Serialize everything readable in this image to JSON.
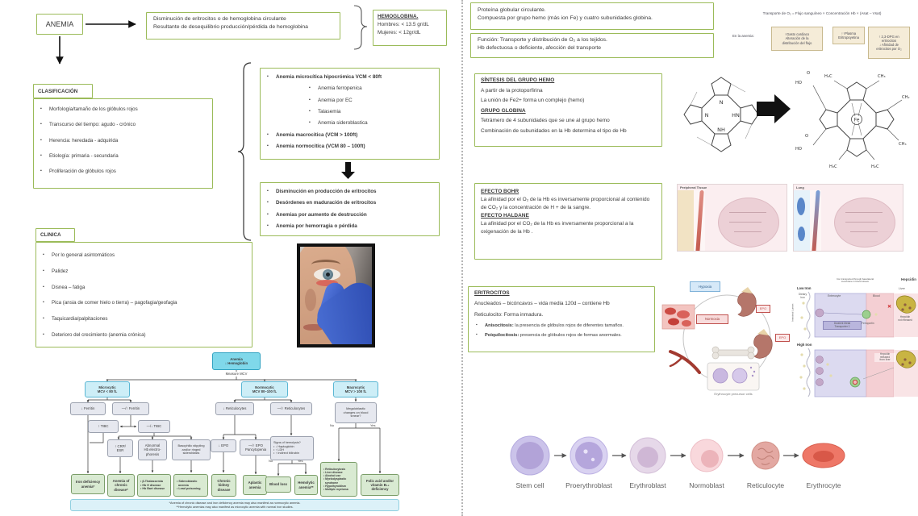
{
  "colors": {
    "accent_green": "#9bbb59",
    "flow_blue": "#7fd8ea",
    "flow_blue_light": "#cdeef7",
    "flow_gray": "#e6e8ef",
    "flow_green": "#d9ead2",
    "flow_note": "#dcf1f8",
    "tan_box": "#f5ecd8",
    "red_accent": "#c0504d"
  },
  "anemia": {
    "label": "ANEMIA"
  },
  "definicion": {
    "text": "Disminución de eritrocitos o de hemoglobina circulante\nResultante de desequilibrio producción/pérdida de hemoglobina"
  },
  "hemoglobina": {
    "title": "HEMOGLOBINA.",
    "hombres": "Hombres: < 13.5 gr/dL",
    "mujeres": "Mujeres: < 12gr/dL"
  },
  "clasificacion": {
    "title": "CLASIFICACIÓN",
    "items": [
      "Morfología/tamaño de los glóbulos rojos",
      "Transcurso del tiempo: agudo - crónico",
      "Herencia: heredada - adquirida",
      "Etiología: primaria - secundaria",
      "Proliferación de glóbulos rojos"
    ]
  },
  "tipos": {
    "items": [
      "Anemia microcítica hipocrómica VCM < 80ft",
      "Anemia ferropenica",
      "Anemia por EC",
      "Talasemia",
      "Anemia sideroblastica",
      "Anemia macrocitica (VCM > 100ft)",
      "Anemia normocitica (VCM 80 – 100ft)"
    ]
  },
  "mecanismos": {
    "items": [
      "Disminución en producción de eritrocitos",
      "Desórdenes en maduración de eritrocitos",
      "Anemias por aumento de destrucción",
      "Anemia por hemorragia o pérdida"
    ]
  },
  "clinica": {
    "title": "CLINICA",
    "items": [
      "Por lo general asintomáticos",
      "Palidez",
      "Disnea – fatiga",
      "Pica (ansia de comer hielo o tierra) – pagofagia/geofagia",
      "Taquicardia/palpitaciones",
      "Deterioro del crecimiento (anemia crónica)"
    ]
  },
  "proteina": {
    "text": "Proteína globular circulante.\nCompuesta por grupo hemo (más ion Fe) y cuatro subunidades globina."
  },
  "funcion": {
    "text": "Función: Transporte y distribución de O₂ a los tejidos.\nHb defectuosa o deficiente, afección del transporte"
  },
  "transporte": {
    "formula": "Transporte de O₂  =  Flujo sanguíneo  ×  Concentración Hb  ×  (Asat – Vsat)",
    "label": "En la anemia:",
    "box1": "↑Gasto cardiaco\nAlteración de la\ndistribución del flujo",
    "box2": "↑↑Plasma\nEritropoyetina",
    "box3": "↑ 2,3-DPG en\neritrocitos\n↓ Afinidad de\neritrocitos por O₂"
  },
  "sintesis": {
    "h1": "SÍNTESIS DEL GRUPO HEMO",
    "l1": "A partir de la protoporfirina",
    "l2": "La unión de Fe2+ forma un complejo (hemo)",
    "h2": "GRUPO GLOBINA",
    "l3": "Tetrámero de 4 subunidades que se une al grupo hemo",
    "l4": "Combinación de subunidades en la Hb determina el tipo de Hb"
  },
  "bohr": {
    "h1": "EFECTO BOHR",
    "t1": "La afinidad por el O₂ de la Hb es inversamente proporcional al contenido de CO₂ y la concentración de H + de la sangre.",
    "h2": "EFECTO HALDANE",
    "t2": "La afinidad por el CO₂ de la Hb es inversamente proporcional a la oxigenación de la Hb ."
  },
  "eritrocitos": {
    "h": "ERITROCITOS",
    "l1": "Anucleados – bicóncavos – vida media 120d – contiene Hb",
    "l2": "Reticulocito: Forma inmadura.",
    "b1_term": "Anisocitosis:",
    "b1_rest": " la presencia de glóbulos rojos de diferentes tamaños.",
    "b2_term": "Poiquilocitosis:",
    "b2_rest": " presencia de glóbulos rojos de formas anormales."
  },
  "figures": {
    "porphyrin": {
      "n1": "N",
      "n2": "HN",
      "n3": "NH",
      "n4": "N"
    },
    "heme": {
      "fe": "Fe",
      "p2": "O",
      "p1": "HO",
      "s1": "H₃C",
      "s2": "CH₃",
      "s3": "CH₂",
      "s4": "CH₃",
      "s5": "H₃C",
      "s6": "H₂C",
      "p3": "HO",
      "p4": "O"
    },
    "panels": {
      "tissue": "Peripheral Tissue",
      "lung": "Lung"
    },
    "epo": {
      "hypoxia": "Hypoxia",
      "normoxia": "Normoxia",
      "epo1": "EPO",
      "epo2": "EPO",
      "caption": "Erythrocyte precursor cells"
    },
    "hepcidin": {
      "title": "Hepcidin",
      "note": "Iron transported through basolateral\nmembrane in blood stream",
      "low": "Low Iron",
      "high": "High Iron",
      "liver": "Liver",
      "dietary": "Dietary\nIron",
      "enterocyte": "Enterocyte",
      "lumen": "Intestinal Lumen",
      "dmt": "Divalent Metal\nTransporter 1",
      "ferroportin": "Ferroportin",
      "blood": "Blood",
      "not_released": "Hepcidin\nnot released",
      "released": "Hepcidin\nreleased\nfrom liver"
    },
    "erythropoiesis": {
      "stages": [
        "Stem cell",
        "Proerythroblast",
        "Erythroblast",
        "Normoblast",
        "Reticulocyte",
        "Erythrocyte"
      ]
    }
  },
  "flowchart": {
    "nodes": {
      "root": "Anemia\n↓ Hemoglobin",
      "measure": "Measure MCV",
      "micro": "Microcytic\nMCV < 80 fL",
      "normo": "Normocytic\nMCV 80–100 fL",
      "macro": "Macrocytic\nMCV > 100 fL",
      "ferritin_low": "↓ Ferritin",
      "ferritin_norm": "—/↑ Ferritin",
      "tibc_high": "↑ TIBC",
      "tibc_norm": "—/↓ TIBC",
      "crp": "↑ CRP/\nESR",
      "electro": "Abnormal\nHb electro-\nphoresis",
      "stippling": "Basophilic stippling\nand/or ringed\nsideroblasts",
      "retic_low": "↓ Reticulocytes",
      "retic_high": "—/↑ Reticulocytes",
      "epo_low": "↓ EPO",
      "epo_norm": "—/↑ EPO\nPancytopenia",
      "hemolysis": "Signs of hemolysis?\n• ↓ Haptoglobin\n• ↑ LDH\n• ↑ Indirect bilirubin",
      "megalo": "Megaloblastic\nchanges on blood\nsmear?",
      "no1": "No",
      "yes1": "Yes",
      "no2": "No",
      "yes2": "Yes",
      "g_iron": "Iron deficiency\nanemia*",
      "g_chronic": "Anemia of\nchronic\ndisease*",
      "g_thal": "• β-Thalassemia\n• Hb H disease\n• Hb Bart disease",
      "g_sidero": "• Sideroblastic\n  anemia\n• Lead poisoning",
      "g_ckd": "Chronic\nkidney\ndisease",
      "g_aplastic": "Aplastic\nanemia",
      "g_blood": "Blood loss",
      "g_hemolytic": "Hemolytic\nanemia**",
      "g_retic": "• Reticulocytosis\n• Liver disease\n• Alcohol use\n• Myelodysplastic\n  syndrome\n• Hypothyroidism\n• Multiple myeloma",
      "g_folic": "Folic acid and/or\nvitamin B₁₂\ndeficiency",
      "footnote": "*Anemia of chronic disease and iron deficiency anemia may also manifest as normocytic anemia.\n**Hemolytic anemias may also manifest as microcytic anemia with normal iron studies."
    }
  }
}
